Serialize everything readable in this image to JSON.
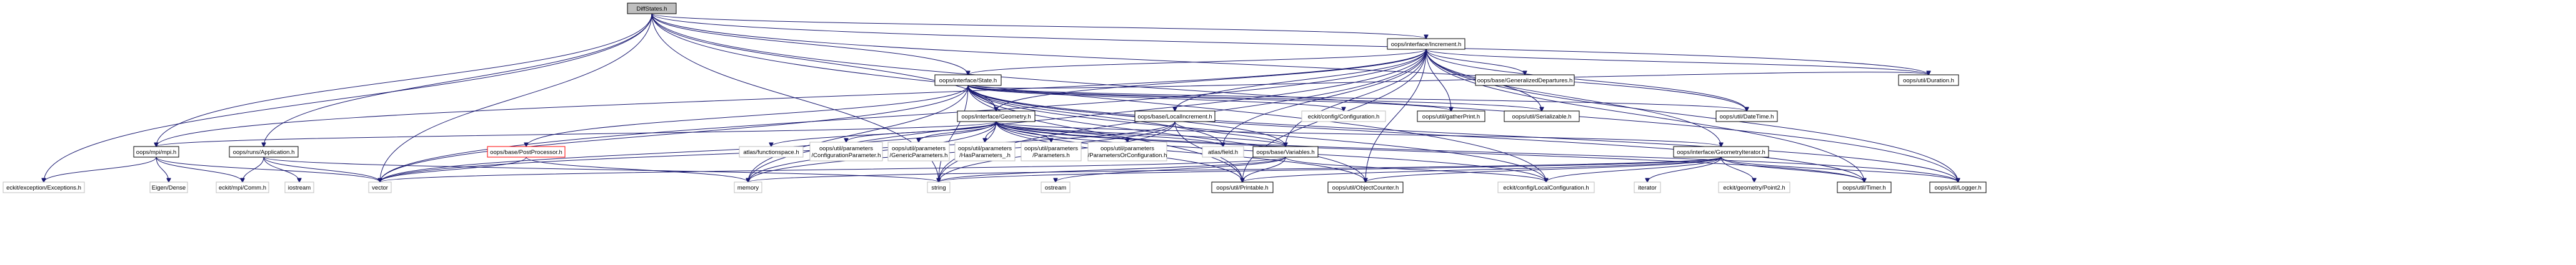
{
  "colors": {
    "edge": "#191970",
    "root_fill": "#bfbfbf",
    "node_border": "#000000",
    "gray_border": "#bfbfbf",
    "red_border": "#ff0000",
    "background": "#ffffff"
  },
  "nodes": [
    {
      "id": "diffstates",
      "label": "DiffStates.h",
      "style": "root"
    },
    {
      "id": "increment",
      "label": "oops/interface/Increment.h",
      "style": "normal"
    },
    {
      "id": "state",
      "label": "oops/interface/State.h",
      "style": "normal"
    },
    {
      "id": "geninc",
      "label": "oops/base/GeneralizedDepartures.h",
      "style": "normal"
    },
    {
      "id": "duration",
      "label": "oops/util/Duration.h",
      "style": "normal"
    },
    {
      "id": "geometry",
      "label": "oops/interface/Geometry.h",
      "style": "normal"
    },
    {
      "id": "localinc",
      "label": "oops/base/LocalIncrement.h",
      "style": "normal"
    },
    {
      "id": "eckitconfig",
      "label": "eckit/config/Configuration.h",
      "style": "gray"
    },
    {
      "id": "gatherprint",
      "label": "oops/util/gatherPrint.h",
      "style": "normal"
    },
    {
      "id": "serializable",
      "label": "oops/util/Serializable.h",
      "style": "normal"
    },
    {
      "id": "datetime",
      "label": "oops/util/DateTime.h",
      "style": "normal"
    },
    {
      "id": "mpi",
      "label": "oops/mpi/mpi.h",
      "style": "normal"
    },
    {
      "id": "application",
      "label": "oops/runs/Application.h",
      "style": "normal"
    },
    {
      "id": "postprocessor",
      "label": "oops/base/PostProcessor.h",
      "style": "red"
    },
    {
      "id": "functionspace",
      "label": "atlas/functionspace.h",
      "style": "gray"
    },
    {
      "id": "configparam",
      "label": "oops/util/parameters\n/ConfigurationParameter.h",
      "style": "gray"
    },
    {
      "id": "genericparams",
      "label": "oops/util/parameters\n/GenericParameters.h",
      "style": "gray"
    },
    {
      "id": "hasparams",
      "label": "oops/util/parameters\n/HasParameters_.h",
      "style": "gray"
    },
    {
      "id": "parameters",
      "label": "oops/util/parameters\n/Parameters.h",
      "style": "gray"
    },
    {
      "id": "paramsorconfig",
      "label": "oops/util/parameters\n/ParametersOrConfiguration.h",
      "style": "gray"
    },
    {
      "id": "atlasfield",
      "label": "atlas/field.h",
      "style": "gray"
    },
    {
      "id": "variables",
      "label": "oops/base/Variables.h",
      "style": "normal"
    },
    {
      "id": "geomiter",
      "label": "oops/interface/GeometryIterator.h",
      "style": "normal"
    },
    {
      "id": "exceptions",
      "label": "eckit/exception/Exceptions.h",
      "style": "gray"
    },
    {
      "id": "eigen",
      "label": "Eigen/Dense",
      "style": "gray"
    },
    {
      "id": "comm",
      "label": "eckit/mpi/Comm.h",
      "style": "gray"
    },
    {
      "id": "iostream",
      "label": "iostream",
      "style": "gray"
    },
    {
      "id": "vector",
      "label": "vector",
      "style": "gray"
    },
    {
      "id": "memory",
      "label": "memory",
      "style": "gray"
    },
    {
      "id": "string",
      "label": "string",
      "style": "gray"
    },
    {
      "id": "ostream",
      "label": "ostream",
      "style": "gray"
    },
    {
      "id": "printable",
      "label": "oops/util/Printable.h",
      "style": "normal"
    },
    {
      "id": "objectcounter",
      "label": "oops/util/ObjectCounter.h",
      "style": "normal"
    },
    {
      "id": "localconfig",
      "label": "eckit/config/LocalConfiguration.h",
      "style": "gray"
    },
    {
      "id": "iterator",
      "label": "iterator",
      "style": "gray"
    },
    {
      "id": "point2",
      "label": "eckit/geometry/Point2.h",
      "style": "gray"
    },
    {
      "id": "timer",
      "label": "oops/util/Timer.h",
      "style": "normal"
    },
    {
      "id": "logger",
      "label": "oops/util/Logger.h",
      "style": "normal"
    }
  ],
  "edges": [
    [
      "diffstates",
      "increment"
    ],
    [
      "diffstates",
      "state"
    ],
    [
      "diffstates",
      "geometry"
    ],
    [
      "diffstates",
      "mpi"
    ],
    [
      "diffstates",
      "application"
    ],
    [
      "diffstates",
      "exceptions"
    ],
    [
      "diffstates",
      "vector"
    ],
    [
      "diffstates",
      "string"
    ],
    [
      "diffstates",
      "duration"
    ],
    [
      "diffstates",
      "datetime"
    ],
    [
      "diffstates",
      "logger"
    ],
    [
      "diffstates",
      "localconfig"
    ],
    [
      "increment",
      "state"
    ],
    [
      "increment",
      "geninc"
    ],
    [
      "increment",
      "duration"
    ],
    [
      "increment",
      "geometry"
    ],
    [
      "increment",
      "localinc"
    ],
    [
      "increment",
      "gatherprint"
    ],
    [
      "increment",
      "serializable"
    ],
    [
      "increment",
      "datetime"
    ],
    [
      "increment",
      "mpi"
    ],
    [
      "increment",
      "vector"
    ],
    [
      "increment",
      "memory"
    ],
    [
      "increment",
      "string"
    ],
    [
      "increment",
      "printable"
    ],
    [
      "increment",
      "objectcounter"
    ],
    [
      "increment",
      "timer"
    ],
    [
      "increment",
      "logger"
    ],
    [
      "increment",
      "geomiter"
    ],
    [
      "increment",
      "atlasfield"
    ],
    [
      "increment",
      "variables"
    ],
    [
      "state",
      "geometry"
    ],
    [
      "state",
      "postprocessor"
    ],
    [
      "state",
      "eckitconfig"
    ],
    [
      "state",
      "gatherprint"
    ],
    [
      "state",
      "serializable"
    ],
    [
      "state",
      "datetime"
    ],
    [
      "state",
      "duration"
    ],
    [
      "state",
      "variables"
    ],
    [
      "state",
      "atlasfield"
    ],
    [
      "state",
      "vector"
    ],
    [
      "state",
      "memory"
    ],
    [
      "state",
      "string"
    ],
    [
      "state",
      "printable"
    ],
    [
      "state",
      "objectcounter"
    ],
    [
      "state",
      "timer"
    ],
    [
      "state",
      "logger"
    ],
    [
      "state",
      "localconfig"
    ],
    [
      "geometry",
      "functionspace"
    ],
    [
      "geometry",
      "configparam"
    ],
    [
      "geometry",
      "genericparams"
    ],
    [
      "geometry",
      "hasparams"
    ],
    [
      "geometry",
      "parameters"
    ],
    [
      "geometry",
      "paramsorconfig"
    ],
    [
      "geometry",
      "atlasfield"
    ],
    [
      "geometry",
      "variables"
    ],
    [
      "geometry",
      "geomiter"
    ],
    [
      "geometry",
      "mpi"
    ],
    [
      "geometry",
      "vector"
    ],
    [
      "geometry",
      "memory"
    ],
    [
      "geometry",
      "string"
    ],
    [
      "geometry",
      "printable"
    ],
    [
      "geometry",
      "objectcounter"
    ],
    [
      "geometry",
      "timer"
    ],
    [
      "geometry",
      "logger"
    ],
    [
      "geometry",
      "localconfig"
    ],
    [
      "localinc",
      "variables"
    ],
    [
      "localinc",
      "vector"
    ],
    [
      "localinc",
      "string"
    ],
    [
      "localinc",
      "printable"
    ],
    [
      "localinc",
      "memory"
    ],
    [
      "mpi",
      "exceptions"
    ],
    [
      "mpi",
      "eigen"
    ],
    [
      "mpi",
      "comm"
    ],
    [
      "mpi",
      "vector"
    ],
    [
      "application",
      "comm"
    ],
    [
      "application",
      "iostream"
    ],
    [
      "application",
      "string"
    ],
    [
      "application",
      "vector"
    ],
    [
      "postprocessor",
      "vector"
    ],
    [
      "postprocessor",
      "memory"
    ],
    [
      "variables",
      "vector"
    ],
    [
      "variables",
      "string"
    ],
    [
      "variables",
      "printable"
    ],
    [
      "variables",
      "ostream"
    ],
    [
      "variables",
      "localconfig"
    ],
    [
      "geomiter",
      "iterator"
    ],
    [
      "geomiter",
      "point2"
    ],
    [
      "geomiter",
      "string"
    ],
    [
      "geomiter",
      "printable"
    ],
    [
      "geomiter",
      "objectcounter"
    ],
    [
      "geomiter",
      "timer"
    ],
    [
      "geomiter",
      "logger"
    ],
    [
      "geomiter",
      "localconfig"
    ],
    [
      "geomiter",
      "memory"
    ]
  ]
}
